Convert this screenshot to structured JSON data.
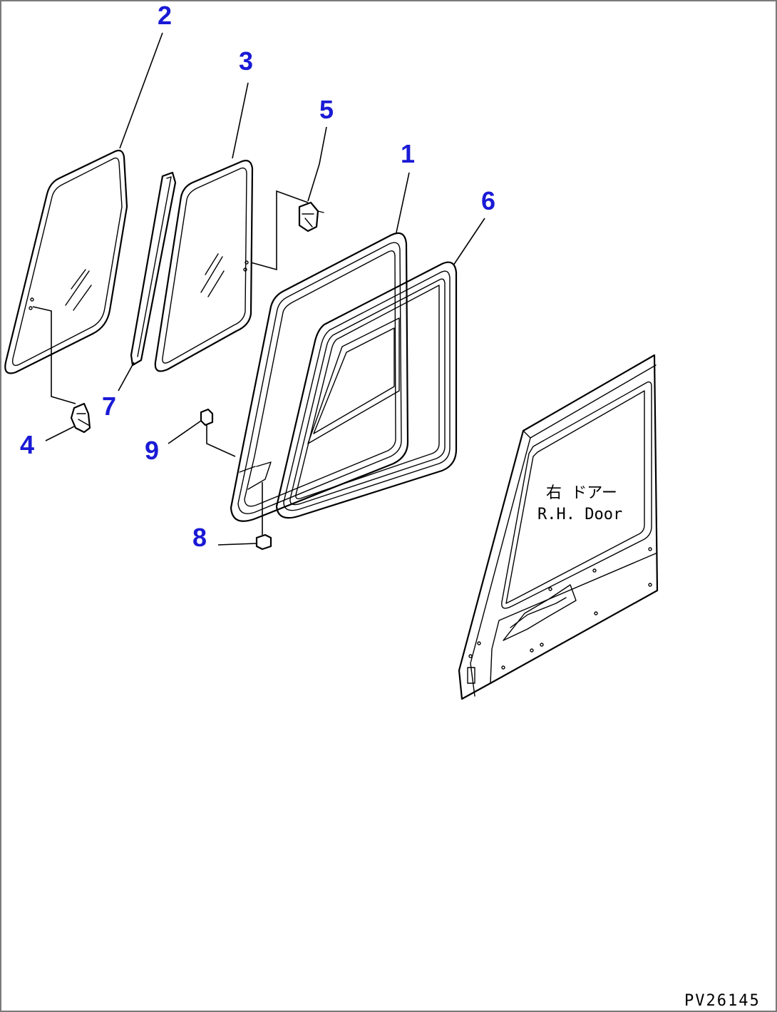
{
  "callouts": [
    "1",
    "2",
    "3",
    "4",
    "5",
    "6",
    "7",
    "8",
    "9"
  ],
  "door_label_jp": "右 ドアー",
  "door_label_en": "R.H. Door",
  "drawing_code": "PV26145"
}
